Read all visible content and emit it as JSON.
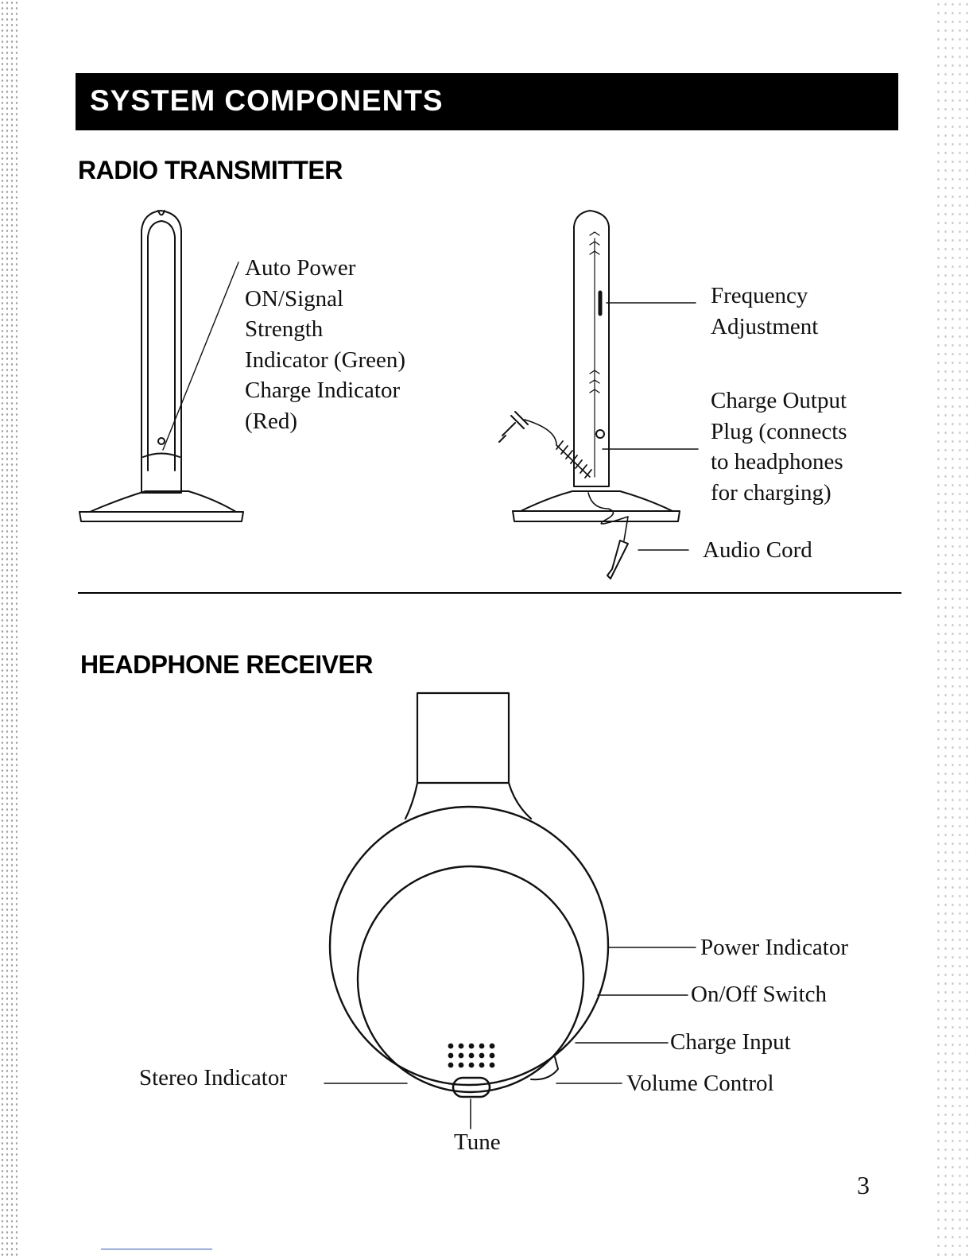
{
  "page_title": "SYSTEM COMPONENTS",
  "sections": {
    "transmitter": {
      "heading": "RADIO TRANSMITTER",
      "labels": {
        "auto_power": [
          "Auto Power",
          "ON/Signal",
          "Strength",
          "Indicator (Green)",
          "Charge Indicator",
          "(Red)"
        ],
        "frequency": [
          "Frequency",
          "Adjustment"
        ],
        "charge_output": [
          "Charge Output",
          "Plug (connects",
          "to headphones",
          "for charging)"
        ],
        "audio_cord": "Audio Cord"
      }
    },
    "receiver": {
      "heading": "HEADPHONE RECEIVER",
      "labels": {
        "power_indicator": "Power Indicator",
        "on_off_switch": "On/Off Switch",
        "charge_input": "Charge Input",
        "volume_control": "Volume Control",
        "stereo_indicator": "Stereo Indicator",
        "tune": "Tune"
      }
    }
  },
  "page_number": "3"
}
